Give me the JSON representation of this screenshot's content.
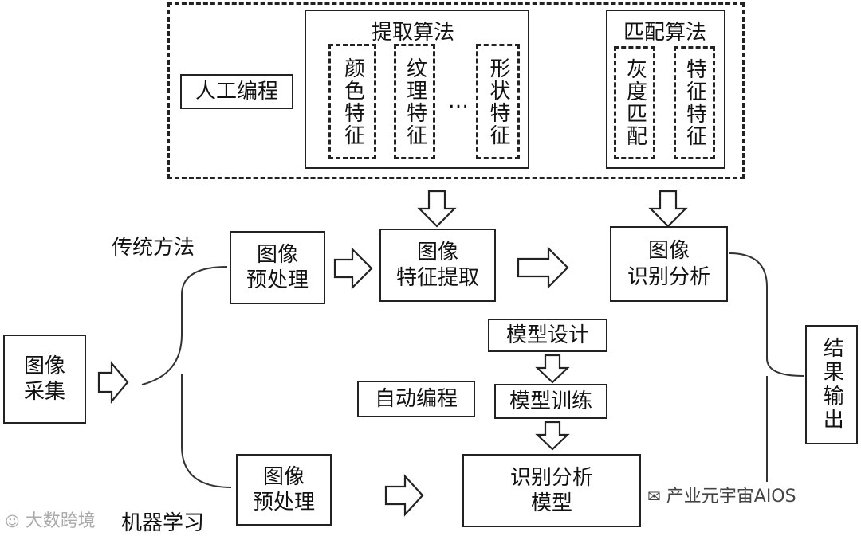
{
  "manual": {
    "label": "人工编程",
    "extract_title": "提取算法",
    "features": [
      "颜色特征",
      "纹理特征",
      "形状特征"
    ],
    "ellipsis": "…",
    "match_title": "匹配算法",
    "match_items": [
      "灰度匹配",
      "特征特征"
    ]
  },
  "traditional": {
    "label": "传统方法",
    "preprocess": "图像\n预处理",
    "feature_extract": "图像\n特征提取",
    "analysis": "图像\n识别分析"
  },
  "capture": "图像\n采集",
  "ml": {
    "label": "机器学习",
    "auto": "自动编程",
    "model_design": "模型设计",
    "model_train": "模型训练",
    "preprocess": "图像\n预处理",
    "model": "识别分析\n模型"
  },
  "result": "结果输出",
  "watermark_left": "大数跨境",
  "watermark_right": "产业元宇宙AIOS"
}
